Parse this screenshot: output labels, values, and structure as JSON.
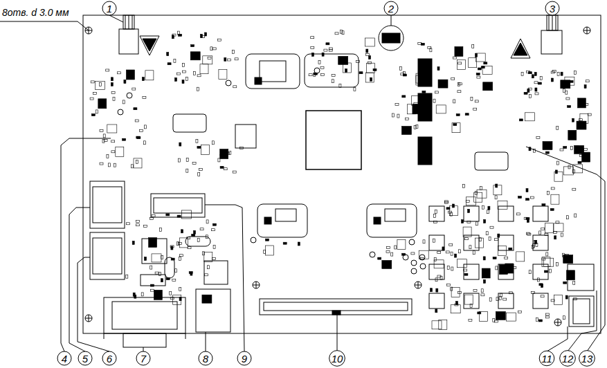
{
  "diagram": {
    "labels": [
      "8отв. d 3.0 мм",
      "1",
      "2",
      "3",
      "4",
      "5",
      "6",
      "7",
      "8",
      "9",
      "10",
      "11",
      "12",
      "13"
    ]
  }
}
